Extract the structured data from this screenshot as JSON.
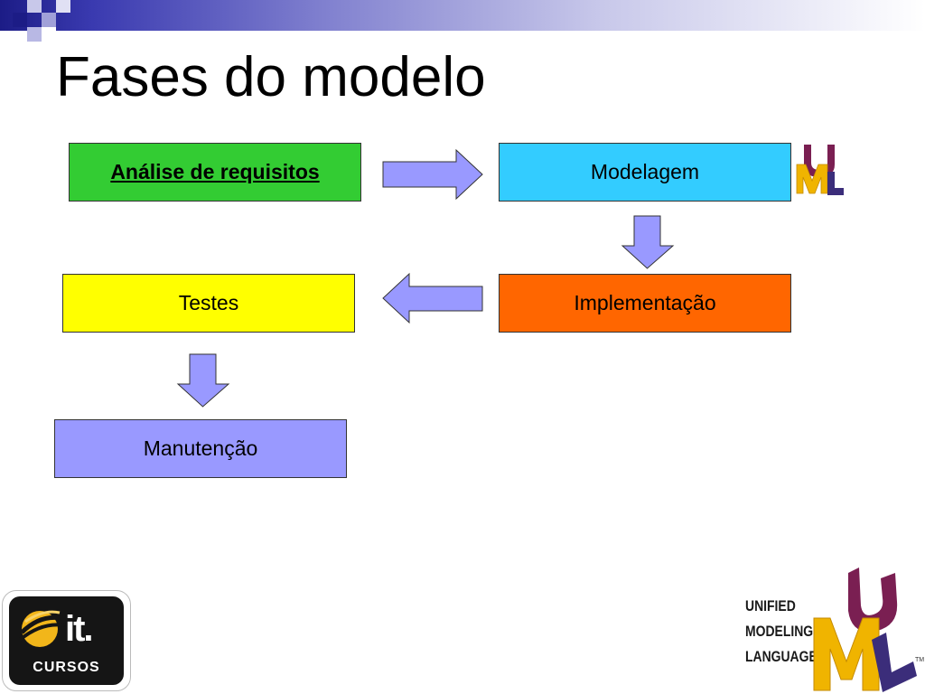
{
  "slide": {
    "title": "Fases do modelo"
  },
  "diagram": {
    "boxes": [
      {
        "id": "analise",
        "label": "Análise de requisitos",
        "color": "#33cc33"
      },
      {
        "id": "modelagem",
        "label": "Modelagem",
        "color": "#33ccff"
      },
      {
        "id": "implementacao",
        "label": "Implementação",
        "color": "#ff6600"
      },
      {
        "id": "testes",
        "label": "Testes",
        "color": "#ffff00"
      },
      {
        "id": "manutencao",
        "label": "Manutenção",
        "color": "#9999ff"
      }
    ],
    "arrow_color": "#9999ff",
    "flow": [
      "analise -> modelagem",
      "modelagem -> implementacao",
      "implementacao -> testes",
      "testes -> manutencao"
    ]
  },
  "logos": {
    "cursos_badge": {
      "brand": "it.",
      "caption": "CURSOS"
    },
    "uml_logo": {
      "lines": [
        "UNIFIED",
        "MODELING",
        "LANGUAGE"
      ],
      "trademark": "TM",
      "colors": {
        "u": "#7a1f52",
        "m": "#f0b400",
        "l": "#3b2d7a"
      }
    }
  },
  "theme": {
    "header_gradient": [
      "#1c1c86",
      "#ffffff"
    ],
    "title_color": "#000000"
  }
}
